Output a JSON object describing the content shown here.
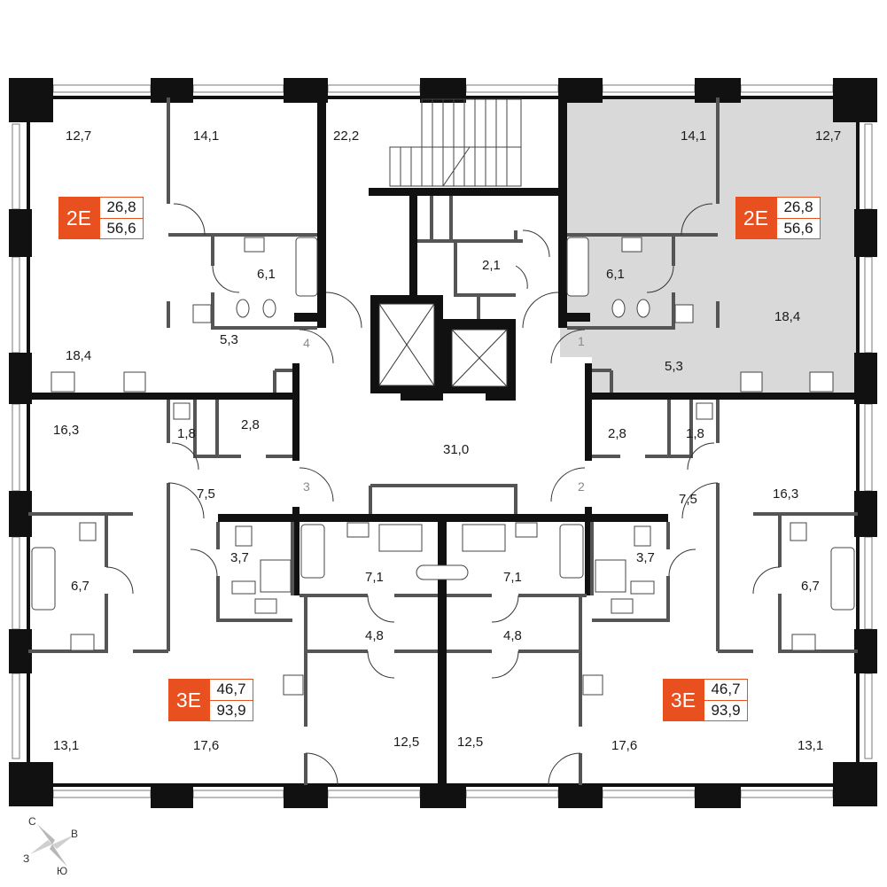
{
  "rooms": {
    "tl_room1": "12,7",
    "tl_room2": "14,1",
    "tl_bath": "6,1",
    "tl_hall": "5,3",
    "tl_living": "18,4",
    "tr_room1": "12,7",
    "tr_room2": "14,1",
    "tr_bath": "6,1",
    "tr_hall": "5,3",
    "tr_living": "18,4",
    "stair": "22,2",
    "tech": "2,1",
    "corridor": "31,0",
    "ml_room": "16,3",
    "ml_wc": "1,8",
    "ml_store": "2,8",
    "ml_hall": "7,5",
    "ml_bath": "6,7",
    "mr_room": "16,3",
    "mr_wc": "1,8",
    "mr_store": "2,8",
    "mr_hall": "7,5",
    "mr_bath": "6,7",
    "bl_bath": "3,7",
    "bl_bath2": "7,1",
    "bl_hall": "4,8",
    "bl_room1": "13,1",
    "bl_kitchen": "17,6",
    "bl_room2": "12,5",
    "br_bath": "3,7",
    "br_bath2": "7,1",
    "br_hall": "4,8",
    "br_room1": "13,1",
    "br_kitchen": "17,6",
    "br_room2": "12,5"
  },
  "entrances": [
    "1",
    "2",
    "3",
    "4"
  ],
  "badges": {
    "tl": {
      "code": "2E",
      "living": "26,8",
      "total": "56,6"
    },
    "tr": {
      "code": "2E",
      "living": "26,8",
      "total": "56,6"
    },
    "bl": {
      "code": "3E",
      "living": "46,7",
      "total": "93,9"
    },
    "br": {
      "code": "3E",
      "living": "46,7",
      "total": "93,9"
    }
  },
  "compass": {
    "n": "С",
    "e": "В",
    "w": "З",
    "s": "Ю"
  },
  "colors": {
    "highlight": "#d9d9d9",
    "badge": "#e8501f",
    "wall": "#111111"
  }
}
